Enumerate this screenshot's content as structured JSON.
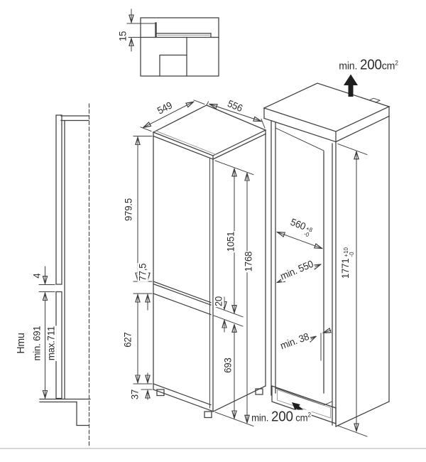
{
  "meta": {
    "line_color": "#3f3f3f",
    "arrow_black": "#1f1f1f",
    "divider_color": "#c9c9c9"
  },
  "top_detail": {
    "gap": "15"
  },
  "side_view": {
    "door_gap": "4",
    "hmu": "Hmu",
    "min_height": "min. 691",
    "max_height": "max.711"
  },
  "appliance": {
    "depth": "549",
    "width": "556",
    "upper_door": "979.5",
    "door_overlap": "77,5",
    "lower_door": "627",
    "plinth": "37",
    "upper_recess": "1051",
    "gap": "20",
    "lower_recess": "693",
    "height": "1768"
  },
  "niche": {
    "top_vent": {
      "prefix": "min.",
      "value": "200",
      "unit": "cm",
      "sup": "2"
    },
    "bottom_vent": {
      "prefix": "min.",
      "value": "200",
      "unit": "cm",
      "sup": "2"
    },
    "width": {
      "value": "560",
      "tol_plus": "+8",
      "tol_minus": "-0"
    },
    "depth": "min. 550",
    "height": {
      "value": "1771",
      "tol_plus": "+10",
      "tol_minus": "-0"
    },
    "rear_clearance": "min. 38"
  }
}
